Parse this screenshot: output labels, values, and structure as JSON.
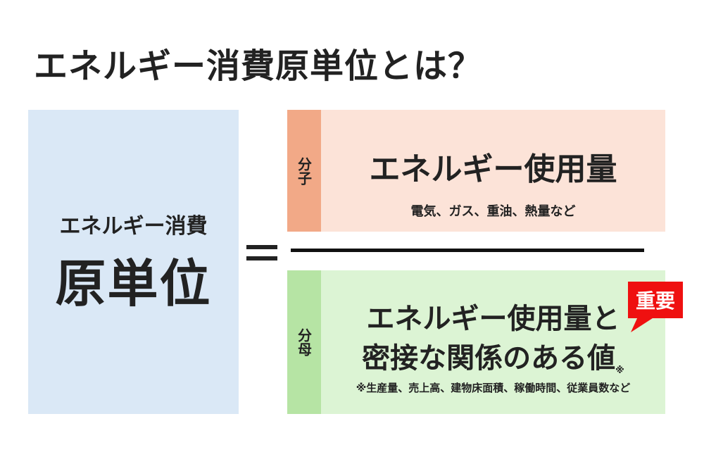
{
  "title": "エネルギー消費原単位とは？",
  "left": {
    "line1": "エネルギー消費",
    "line2": "原単位"
  },
  "numerator": {
    "tab": "分子",
    "main": "エネルギー使用量",
    "sub": "電気、ガス、重油、熱量など"
  },
  "denominator": {
    "tab": "分母",
    "line1": "エネルギー使用量と",
    "line2": "密接な関係のある値",
    "note_mark": "※",
    "sub": "※生産量、売上高、建物床面積、稼働時間、従業員数など"
  },
  "badge": {
    "label": "重要",
    "color": "#ef1010"
  },
  "colors": {
    "left_bg": "#dae8f6",
    "numerator_bg": "#fce3d8",
    "numerator_tab": "#f2a987",
    "denominator_bg": "#dcf4d4",
    "denominator_tab": "#b6e4a4"
  }
}
